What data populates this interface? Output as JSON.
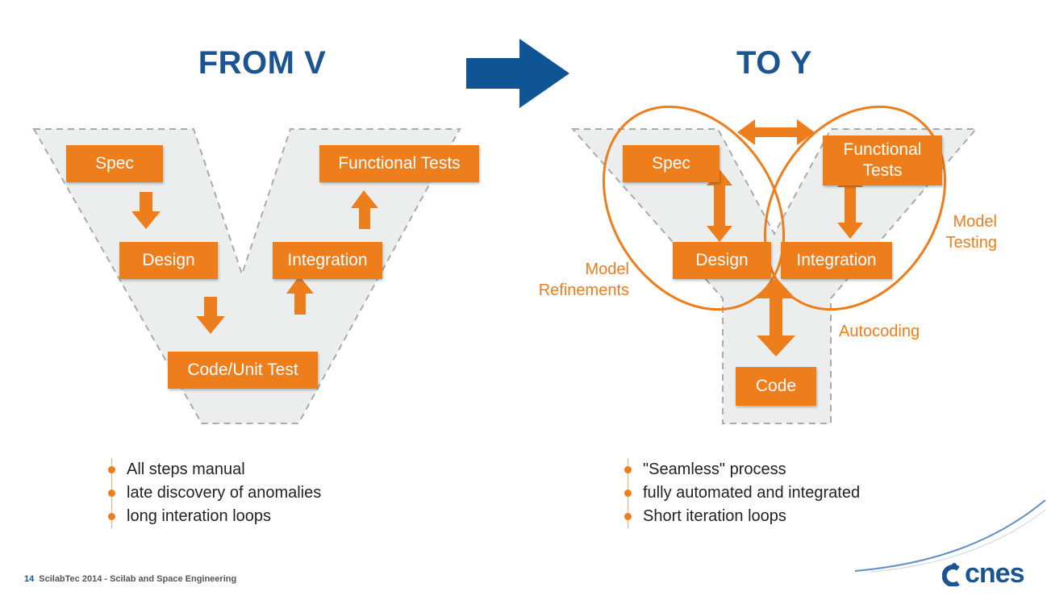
{
  "left": {
    "title": "FROM V",
    "steps": {
      "spec": "Spec",
      "design": "Design",
      "code": "Code/Unit Test",
      "integration": "Integration",
      "functional_tests": "Functional Tests"
    },
    "bullets": [
      "All steps manual",
      "late discovery of anomalies",
      "long interation loops"
    ]
  },
  "right": {
    "title": "TO Y",
    "steps": {
      "spec": "Spec",
      "design": "Design",
      "integration": "Integration",
      "functional_tests": "Functional Tests",
      "code": "Code"
    },
    "notes": {
      "model_refinements": "Model Refinements",
      "model_testing": "Model Testing",
      "autocoding": "Autocoding"
    },
    "bullets": [
      "\"Seamless\" process",
      "fully automated and integrated",
      "Short iteration loops"
    ]
  },
  "footer": {
    "page_number": "14",
    "text": "ScilabTec 2014 - Scilab and Space Engineering"
  },
  "logo": {
    "text": "cnes"
  },
  "colors": {
    "accent": "#ee7d1c",
    "brand_blue": "#1b5591",
    "shape_gray": "#eceeee"
  }
}
